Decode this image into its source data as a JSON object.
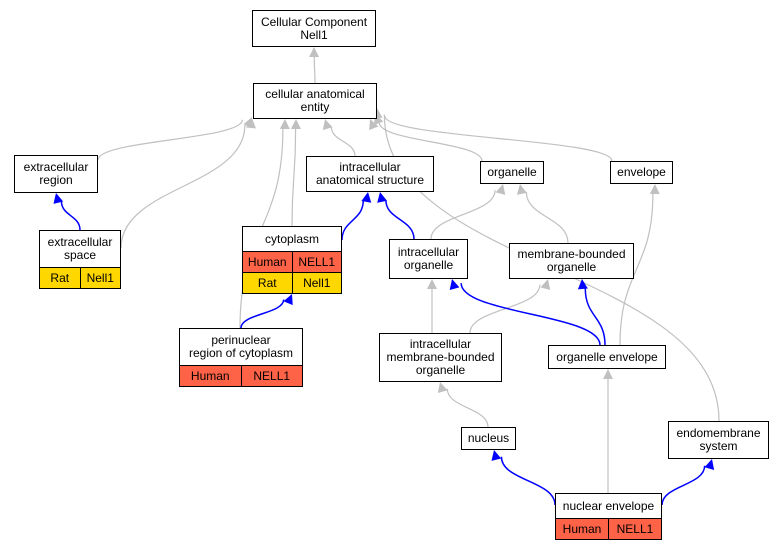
{
  "nodes": {
    "root": {
      "lines": [
        "Cellular Component",
        "Nell1"
      ]
    },
    "cae": {
      "lines": [
        "cellular anatomical",
        "entity"
      ]
    },
    "extracellular_region": {
      "lines": [
        "extracellular",
        "region"
      ]
    },
    "intracellular_anatomical_structure": {
      "lines": [
        "intracellular",
        "anatomical structure"
      ]
    },
    "organelle": {
      "lines": [
        "organelle"
      ]
    },
    "envelope": {
      "lines": [
        "envelope"
      ]
    },
    "extracellular_space": {
      "lines": [
        "extracellular",
        "space"
      ],
      "rows": [
        [
          "Rat",
          "Nell1"
        ]
      ]
    },
    "cytoplasm": {
      "lines": [
        "cytoplasm"
      ],
      "rows": [
        [
          "Human",
          "NELL1"
        ],
        [
          "Rat",
          "Nell1"
        ]
      ]
    },
    "intracellular_organelle": {
      "lines": [
        "intracellular",
        "organelle"
      ]
    },
    "membrane_bounded_organelle": {
      "lines": [
        "membrane-bounded",
        "organelle"
      ]
    },
    "perinuclear_region": {
      "lines": [
        "perinuclear",
        "region of cytoplasm"
      ],
      "rows": [
        [
          "Human",
          "NELL1"
        ]
      ]
    },
    "intracellular_membrane_bounded_organelle": {
      "lines": [
        "intracellular",
        "membrane-bounded",
        "organelle"
      ]
    },
    "organelle_envelope": {
      "lines": [
        "organelle envelope"
      ]
    },
    "nucleus": {
      "lines": [
        "nucleus"
      ]
    },
    "endomembrane_system": {
      "lines": [
        "endomembrane",
        "system"
      ]
    },
    "nuclear_envelope": {
      "lines": [
        "nuclear envelope"
      ],
      "rows": [
        [
          "Human",
          "NELL1"
        ]
      ]
    }
  },
  "colors": {
    "Human": "#ff6347",
    "Rat": "#ffd700",
    "is_a_edge": "#c0c0c0",
    "part_of_edge": "#0000ff"
  },
  "edges": [
    {
      "from": "cae",
      "to": "root",
      "type": "is_a"
    },
    {
      "from": "extracellular_region",
      "to": "cae",
      "type": "is_a"
    },
    {
      "from": "extracellular_space",
      "to": "cae",
      "type": "is_a"
    },
    {
      "from": "perinuclear_region",
      "to": "cae",
      "type": "is_a"
    },
    {
      "from": "cytoplasm",
      "to": "cae",
      "type": "is_a"
    },
    {
      "from": "intracellular_anatomical_structure",
      "to": "cae",
      "type": "is_a"
    },
    {
      "from": "organelle",
      "to": "cae",
      "type": "is_a"
    },
    {
      "from": "envelope",
      "to": "cae",
      "type": "is_a"
    },
    {
      "from": "endomembrane_system",
      "to": "cae",
      "type": "is_a"
    },
    {
      "from": "extracellular_space",
      "to": "extracellular_region",
      "type": "part_of"
    },
    {
      "from": "cytoplasm",
      "to": "intracellular_anatomical_structure",
      "type": "part_of"
    },
    {
      "from": "intracellular_organelle",
      "to": "intracellular_anatomical_structure",
      "type": "part_of"
    },
    {
      "from": "intracellular_organelle",
      "to": "organelle",
      "type": "is_a"
    },
    {
      "from": "membrane_bounded_organelle",
      "to": "organelle",
      "type": "is_a"
    },
    {
      "from": "perinuclear_region",
      "to": "cytoplasm",
      "type": "part_of"
    },
    {
      "from": "intracellular_membrane_bounded_organelle",
      "to": "intracellular_organelle",
      "type": "is_a"
    },
    {
      "from": "intracellular_membrane_bounded_organelle",
      "to": "membrane_bounded_organelle",
      "type": "is_a"
    },
    {
      "from": "organelle_envelope",
      "to": "intracellular_organelle",
      "type": "part_of"
    },
    {
      "from": "organelle_envelope",
      "to": "membrane_bounded_organelle",
      "type": "part_of"
    },
    {
      "from": "organelle_envelope",
      "to": "envelope",
      "type": "is_a"
    },
    {
      "from": "nucleus",
      "to": "intracellular_membrane_bounded_organelle",
      "type": "is_a"
    },
    {
      "from": "nuclear_envelope",
      "to": "organelle_envelope",
      "type": "is_a"
    },
    {
      "from": "nuclear_envelope",
      "to": "nucleus",
      "type": "part_of"
    },
    {
      "from": "nuclear_envelope",
      "to": "endomembrane_system",
      "type": "part_of"
    }
  ]
}
